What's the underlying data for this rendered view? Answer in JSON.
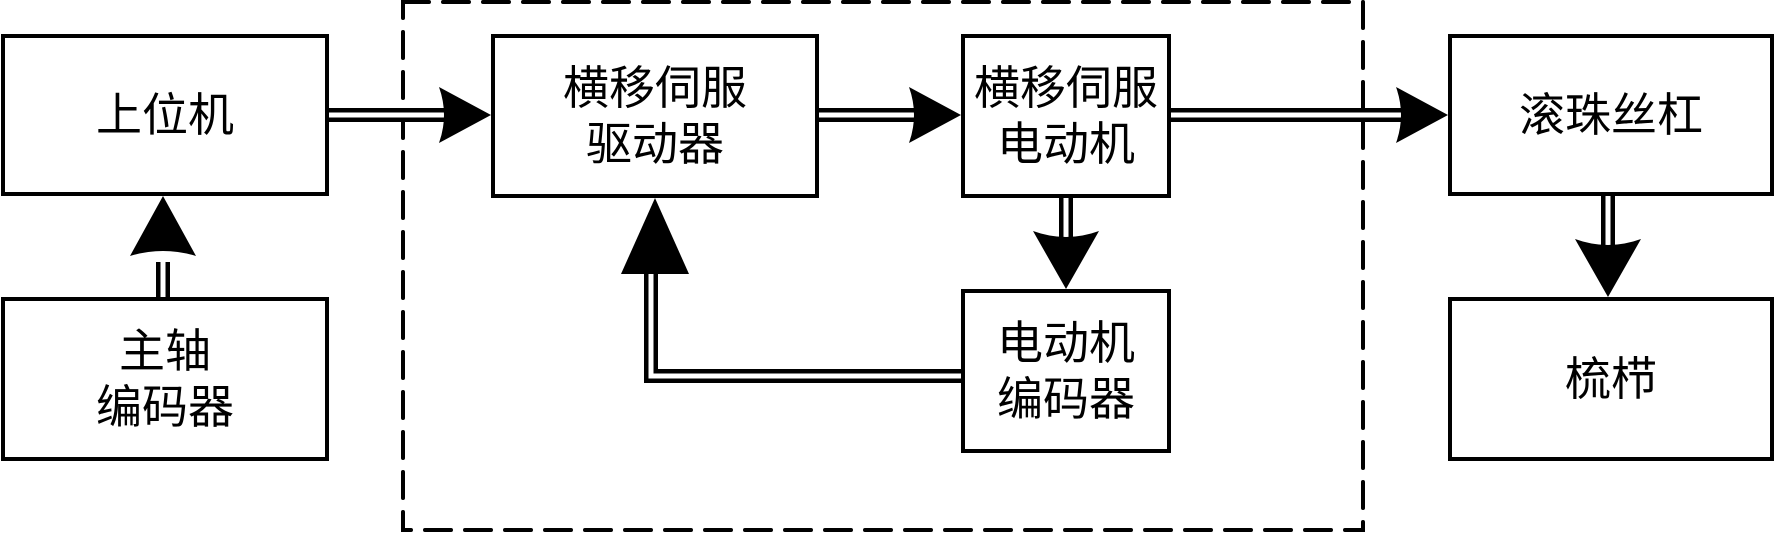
{
  "diagram": {
    "title": "",
    "colors": {
      "stroke": "#000000",
      "background": "#ffffff"
    },
    "boxes": [
      {
        "id": "host",
        "lines": [
          "上位机"
        ]
      },
      {
        "id": "spindle_encoder",
        "lines": [
          "主轴",
          "编码器"
        ]
      },
      {
        "id": "servo_driver",
        "lines": [
          "横移伺服",
          "驱动器"
        ]
      },
      {
        "id": "servo_motor",
        "lines": [
          "横移伺服",
          "电动机"
        ]
      },
      {
        "id": "motor_encoder",
        "lines": [
          "电动机",
          "编码器"
        ]
      },
      {
        "id": "ball_screw",
        "lines": [
          "滚珠丝杠"
        ]
      },
      {
        "id": "comb",
        "lines": [
          "梳栉"
        ]
      }
    ],
    "connections": [
      {
        "from": "spindle_encoder",
        "to": "host"
      },
      {
        "from": "host",
        "to": "servo_driver"
      },
      {
        "from": "servo_driver",
        "to": "servo_motor"
      },
      {
        "from": "servo_motor",
        "to": "motor_encoder"
      },
      {
        "from": "motor_encoder",
        "to": "servo_driver"
      },
      {
        "from": "servo_motor",
        "to": "ball_screw"
      },
      {
        "from": "ball_screw",
        "to": "comb"
      }
    ],
    "group": {
      "name": "servo-system-boundary",
      "members": [
        "servo_driver",
        "servo_motor",
        "motor_encoder"
      ]
    }
  }
}
